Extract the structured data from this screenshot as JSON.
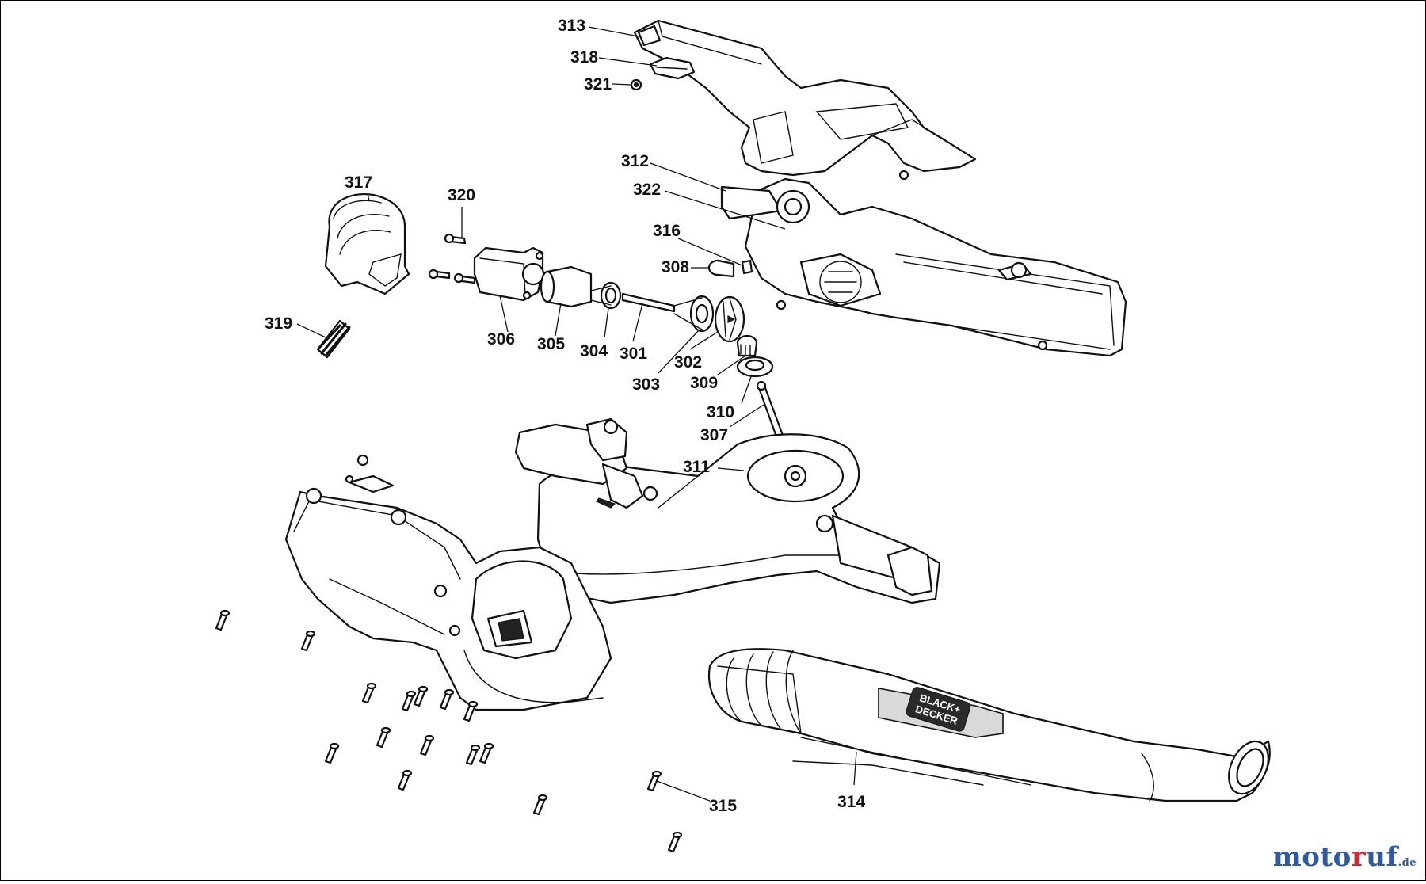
{
  "callouts": [
    {
      "id": "313",
      "label": "313"
    },
    {
      "id": "318",
      "label": "318"
    },
    {
      "id": "321",
      "label": "321"
    },
    {
      "id": "312",
      "label": "312"
    },
    {
      "id": "322",
      "label": "322"
    },
    {
      "id": "317",
      "label": "317"
    },
    {
      "id": "320",
      "label": "320"
    },
    {
      "id": "316",
      "label": "316"
    },
    {
      "id": "308",
      "label": "308"
    },
    {
      "id": "319",
      "label": "319"
    },
    {
      "id": "306",
      "label": "306"
    },
    {
      "id": "305",
      "label": "305"
    },
    {
      "id": "304",
      "label": "304"
    },
    {
      "id": "301",
      "label": "301"
    },
    {
      "id": "302",
      "label": "302"
    },
    {
      "id": "303",
      "label": "303"
    },
    {
      "id": "309",
      "label": "309"
    },
    {
      "id": "310",
      "label": "310"
    },
    {
      "id": "307",
      "label": "307"
    },
    {
      "id": "311",
      "label": "311"
    },
    {
      "id": "315",
      "label": "315"
    },
    {
      "id": "314",
      "label": "314"
    }
  ],
  "brand_logo": {
    "line1": "BLACK+",
    "line2": "DECKER"
  },
  "watermark": {
    "part1": "moto",
    "part2": "r",
    "part3": "uf",
    "tld": ".de",
    "colors": {
      "primary": "#2d5aa6",
      "accent": "#d9262b"
    }
  }
}
